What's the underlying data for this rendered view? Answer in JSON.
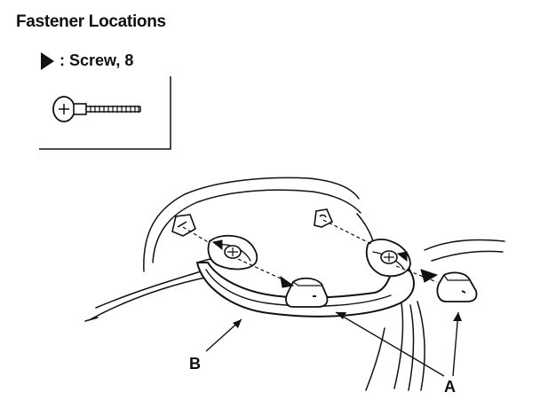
{
  "title": "Fastener Locations",
  "legend": {
    "marker_icon": "filled-triangle-icon",
    "separator": ":",
    "item": "Screw, 8",
    "icon": "screw-icon"
  },
  "callouts": {
    "a": "A",
    "b": "B"
  },
  "ink_color": "#111111"
}
